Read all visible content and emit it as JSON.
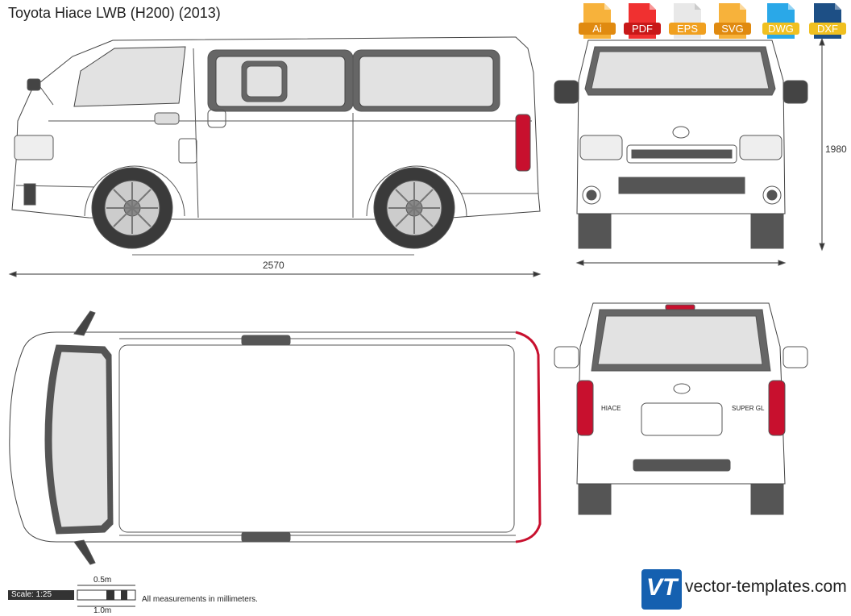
{
  "title": "Toyota Hiace LWB (H200) (2013)",
  "formats": [
    {
      "label": "Ai",
      "color": "#f0a020"
    },
    {
      "label": "PDF",
      "color": "#e02020"
    },
    {
      "label": "EPS",
      "color": "#f0a020"
    },
    {
      "label": "SVG",
      "color": "#f0a020"
    },
    {
      "label": "DWG",
      "color": "#20a0e0"
    },
    {
      "label": "DXF",
      "color": "#1a4d80"
    }
  ],
  "dimensions": {
    "wheelbase": "2570",
    "height": "1980"
  },
  "scale": {
    "label": "Scale: 1:25",
    "half_meter": "0.5m",
    "one_meter": "1.0m"
  },
  "note": "All measurements in millimeters.",
  "brand": {
    "logo_text": "VT",
    "site": "vector-templates.com"
  },
  "rear_badges": {
    "left": "HIACE",
    "right": "SUPER GL"
  },
  "watermark": "vector-templates.com"
}
